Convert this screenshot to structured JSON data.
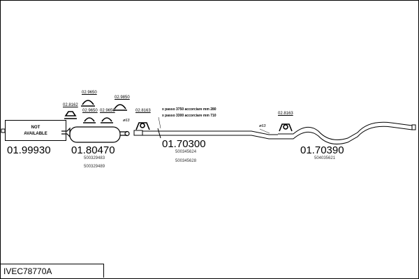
{
  "title": "IVEC78770A",
  "not_available": [
    "NOT",
    "AVAILABLE"
  ],
  "parts": [
    {
      "number": "01.99930"
    },
    {
      "number": "01.80470",
      "subs": [
        "500329483",
        "500329489"
      ]
    },
    {
      "number": "01.70300",
      "subs": [
        "500345624",
        "500345628"
      ]
    },
    {
      "number": "01.70390",
      "subs": [
        "504035621"
      ]
    }
  ],
  "clamps": [
    "02.8162",
    "02.9650",
    "02.9650",
    "02.9650",
    "02.9850",
    "02.8163",
    "02.8163"
  ],
  "diameters": [
    "ø63",
    "ø63"
  ],
  "notes": [
    "x passo 3750 accorciare mm 280",
    "x passo 3300 accorciare mm 710"
  ],
  "colors": {
    "line": "#000000",
    "background": "#ffffff"
  }
}
